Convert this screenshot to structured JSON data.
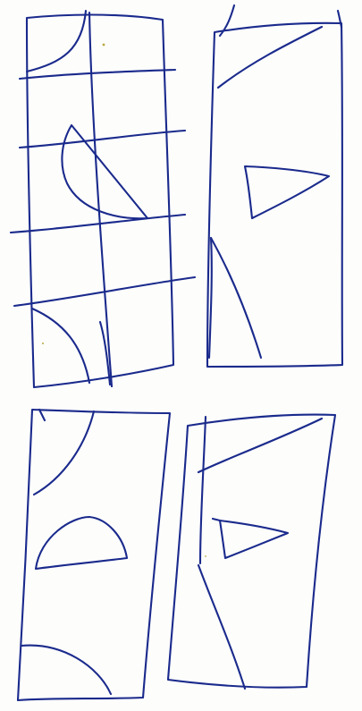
{
  "drawing": {
    "description_visible_text": "",
    "ink_color": "#1a2a8c",
    "paper_color": "#fdfdfc",
    "speck_color": "#b8a640",
    "panels": [
      {
        "id": "panel-top-left",
        "shapes": [
          "frame",
          "grid-lines",
          "corner-arc",
          "half-lens",
          "bottom-arcs"
        ]
      },
      {
        "id": "panel-top-right",
        "shapes": [
          "frame",
          "diagonal",
          "triangle",
          "bottom-wedge"
        ]
      },
      {
        "id": "panel-bottom-left",
        "shapes": [
          "frame",
          "corner-arc",
          "semicircle",
          "bottom-arc"
        ]
      },
      {
        "id": "panel-bottom-right",
        "shapes": [
          "frame",
          "diagonal",
          "triangle",
          "bottom-diagonal"
        ]
      }
    ]
  }
}
